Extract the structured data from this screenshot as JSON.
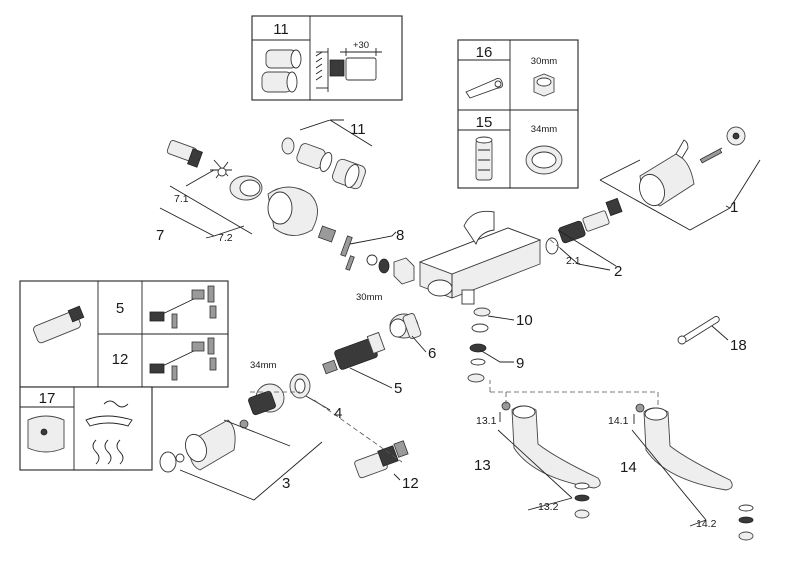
{
  "callouts": {
    "n1": "1",
    "n2": "2",
    "n2_1": "2.1",
    "n3": "3",
    "n4": "4",
    "n4_size": "34mm",
    "n5": "5",
    "n6": "6",
    "n7": "7",
    "n7_1": "7.1",
    "n7_2": "7.2",
    "n8": "8",
    "n8_size": "30mm",
    "n9": "9",
    "n10": "10",
    "n11": "11",
    "n12": "12",
    "n13": "13",
    "n13_1": "13.1",
    "n13_2": "13.2",
    "n14": "14",
    "n14_1": "14.1",
    "n14_2": "14.2",
    "n18": "18"
  },
  "inset_top": {
    "number": "11",
    "dimension": "+30"
  },
  "inset_tools": {
    "row1": {
      "number": "16",
      "size": "30mm"
    },
    "row2": {
      "number": "15",
      "size": "34mm"
    }
  },
  "inset_left": {
    "row1_number": "5",
    "row2_number": "12",
    "bottom_number": "17"
  }
}
